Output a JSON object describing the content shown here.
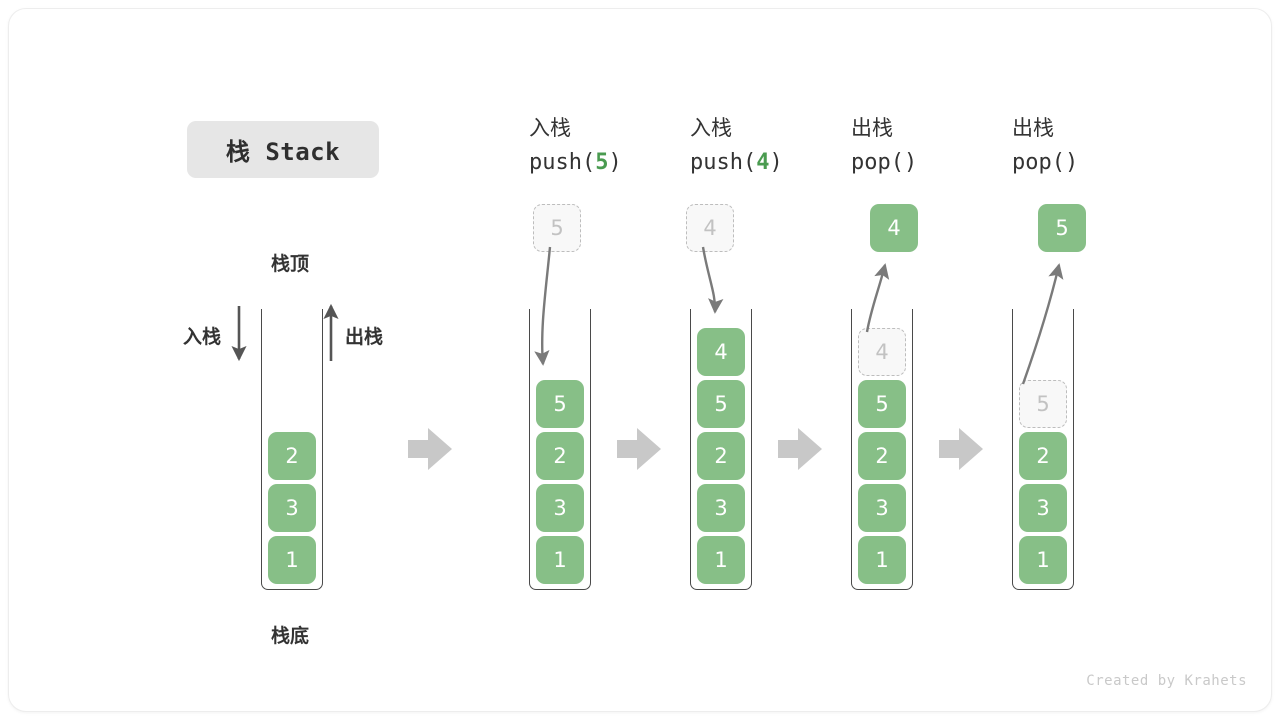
{
  "title": {
    "label": "栈 Stack"
  },
  "credit": "Created by Krahets",
  "colors": {
    "cell_fill": "#87bf87",
    "cell_text": "#ffffff",
    "ghost_fill": "#f8f8f8",
    "ghost_text": "#c2c2c2",
    "ghost_border": "#bdbdbd",
    "container_border": "#4a4a4a",
    "step_arrow": "#c8c8c8",
    "motion_arrow": "#7a7a7a",
    "accent_green": "#4a9b50",
    "badge_bg": "#e6e6e6",
    "text": "#333333"
  },
  "labels": {
    "stack_top": "栈顶",
    "stack_bottom": "栈底",
    "push_side": "入栈",
    "pop_side": "出栈"
  },
  "stages": [
    {
      "id": "initial",
      "caption_cn": "",
      "caption_code": "",
      "cells": [
        {
          "value": "2",
          "state": "filled"
        },
        {
          "value": "3",
          "state": "filled"
        },
        {
          "value": "1",
          "state": "filled"
        }
      ],
      "incoming": null,
      "outgoing": null
    },
    {
      "id": "push-5",
      "caption_cn": "入栈",
      "caption_code": "push(5)",
      "caption_code_prefix": "push(",
      "caption_code_arg": "5",
      "caption_code_suffix": ")",
      "cells": [
        {
          "value": "5",
          "state": "filled"
        },
        {
          "value": "2",
          "state": "filled"
        },
        {
          "value": "3",
          "state": "filled"
        },
        {
          "value": "1",
          "state": "filled"
        }
      ],
      "incoming": {
        "value": "5",
        "state": "ghost"
      },
      "outgoing": null
    },
    {
      "id": "push-4",
      "caption_cn": "入栈",
      "caption_code": "push(4)",
      "caption_code_prefix": "push(",
      "caption_code_arg": "4",
      "caption_code_suffix": ")",
      "cells": [
        {
          "value": "4",
          "state": "filled"
        },
        {
          "value": "5",
          "state": "filled"
        },
        {
          "value": "2",
          "state": "filled"
        },
        {
          "value": "3",
          "state": "filled"
        },
        {
          "value": "1",
          "state": "filled"
        }
      ],
      "incoming": {
        "value": "4",
        "state": "ghost"
      },
      "outgoing": null
    },
    {
      "id": "pop-1",
      "caption_cn": "出栈",
      "caption_code": "pop()",
      "caption_code_prefix": "pop(",
      "caption_code_arg": "",
      "caption_code_suffix": ")",
      "cells": [
        {
          "value": "4",
          "state": "ghost"
        },
        {
          "value": "5",
          "state": "filled"
        },
        {
          "value": "2",
          "state": "filled"
        },
        {
          "value": "3",
          "state": "filled"
        },
        {
          "value": "1",
          "state": "filled"
        }
      ],
      "incoming": null,
      "outgoing": {
        "value": "4",
        "state": "filled"
      }
    },
    {
      "id": "pop-2",
      "caption_cn": "出栈",
      "caption_code": "pop()",
      "caption_code_prefix": "pop(",
      "caption_code_arg": "",
      "caption_code_suffix": ")",
      "cells": [
        {
          "value": "5",
          "state": "ghost"
        },
        {
          "value": "2",
          "state": "filled"
        },
        {
          "value": "3",
          "state": "filled"
        },
        {
          "value": "1",
          "state": "filled"
        }
      ],
      "incoming": null,
      "outgoing": {
        "value": "5",
        "state": "filled"
      }
    }
  ]
}
